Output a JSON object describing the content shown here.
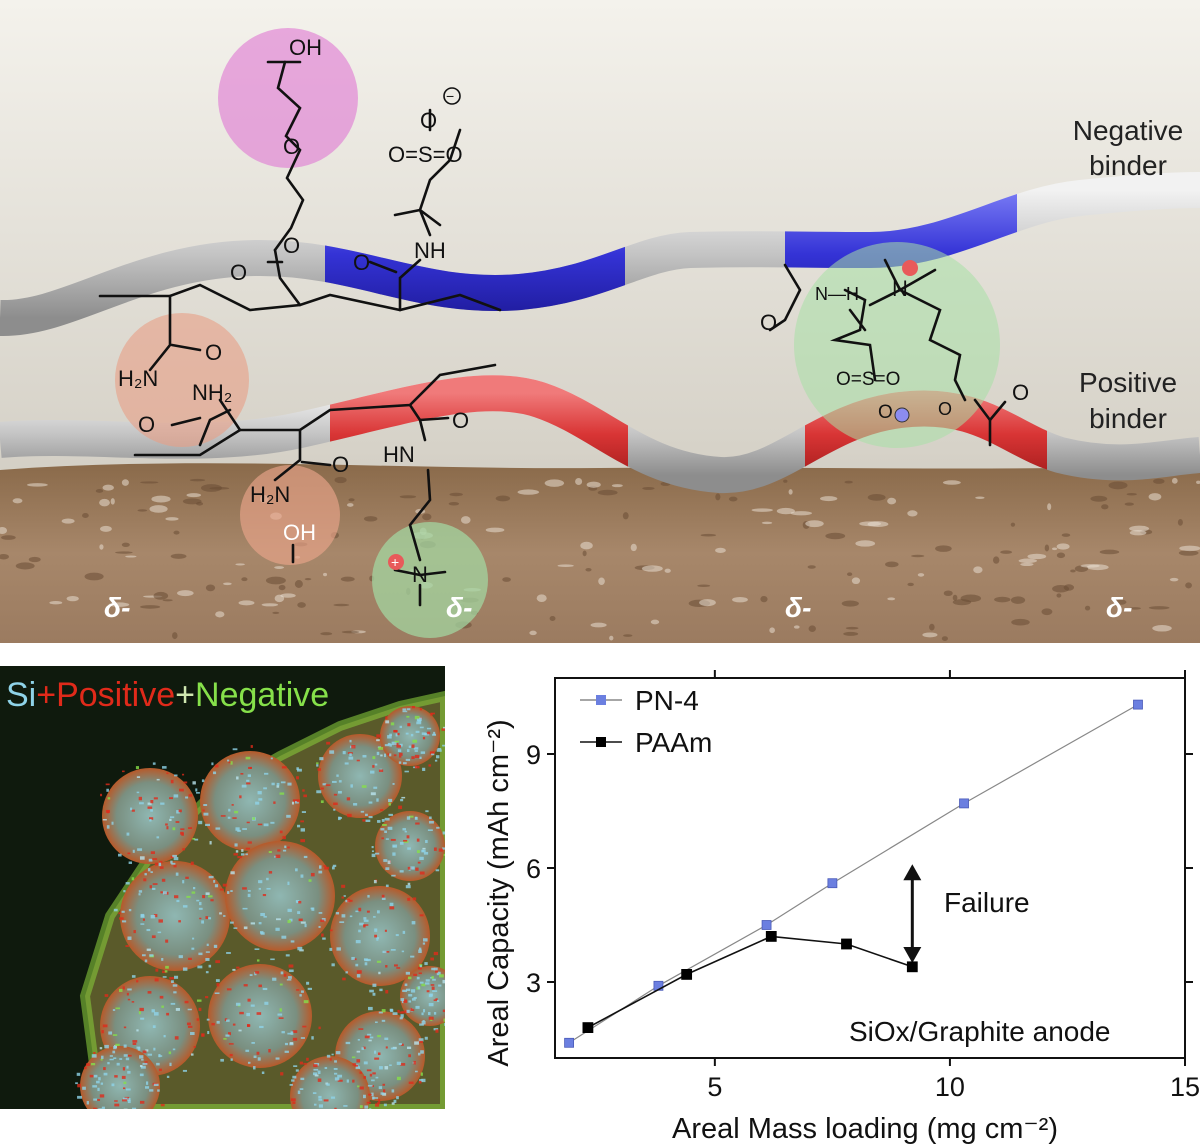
{
  "scheme": {
    "negative_label": [
      "Negative",
      "binder"
    ],
    "positive_label": [
      "Positive",
      "binder"
    ],
    "delta_labels": [
      "δ-",
      "δ-",
      "δ-",
      "δ-"
    ],
    "chem": {
      "oh_top": "OH",
      "o1": "O",
      "o2": "O",
      "o_carbonyl": "O",
      "nh_neg": "NH",
      "o_neg_carbonyl": "O",
      "sulfonate_o_minus": "O",
      "sulfonate": "O=S=O",
      "charge_minus": "−",
      "charge_plus": "+",
      "amide1_o": "O",
      "amide1_nh2": "H₂N",
      "amide2_nh2": "NH₂",
      "amide2_o": "O",
      "amide3_o": "O",
      "amide3_nh2": "H₂N",
      "surface_oh": "OH",
      "hn_pos": "HN",
      "pos_carbonyl_o": "O",
      "ammonium_n": "N",
      "ionpair_n": "N",
      "ionpair_o1": "O",
      "ionpair_o2": "O",
      "ionpair_sulfonate": "O=S=O",
      "ionpair_o_minus": "O",
      "ionpair_nh": "N—H",
      "ionpair_o3": "O"
    }
  },
  "micrograph": {
    "label_si": "Si",
    "plus1": "+",
    "label_positive": "Positive",
    "plus2": "+",
    "label_negative": "Negative",
    "colors": {
      "si": "#8fd3e8",
      "positive": "#e02a1a",
      "negative": "#86e04a"
    }
  },
  "chart_data": {
    "type": "line",
    "title": "",
    "xlabel": "Areal Mass loading (mg cm⁻²)",
    "ylabel": "Areal Capacity (mAh cm⁻²)",
    "xlim": [
      1.6,
      15
    ],
    "ylim": [
      1.0,
      11.0
    ],
    "xticks": [
      5,
      10,
      15
    ],
    "yticks": [
      3,
      6,
      9
    ],
    "legend_position": "top-left",
    "annotation": "Failure",
    "inset_label": "SiOx/Graphite anode",
    "series": [
      {
        "name": "PN-4",
        "color": "#6b7fe0",
        "marker": "square",
        "x": [
          1.9,
          3.8,
          6.1,
          7.5,
          10.3,
          14.0
        ],
        "y": [
          1.4,
          2.9,
          4.5,
          5.6,
          7.7,
          10.3
        ]
      },
      {
        "name": "PAAm",
        "color": "#000000",
        "marker": "square",
        "x": [
          2.3,
          4.4,
          6.2,
          7.8,
          9.2
        ],
        "y": [
          1.8,
          3.2,
          4.2,
          4.0,
          3.4
        ]
      }
    ]
  }
}
